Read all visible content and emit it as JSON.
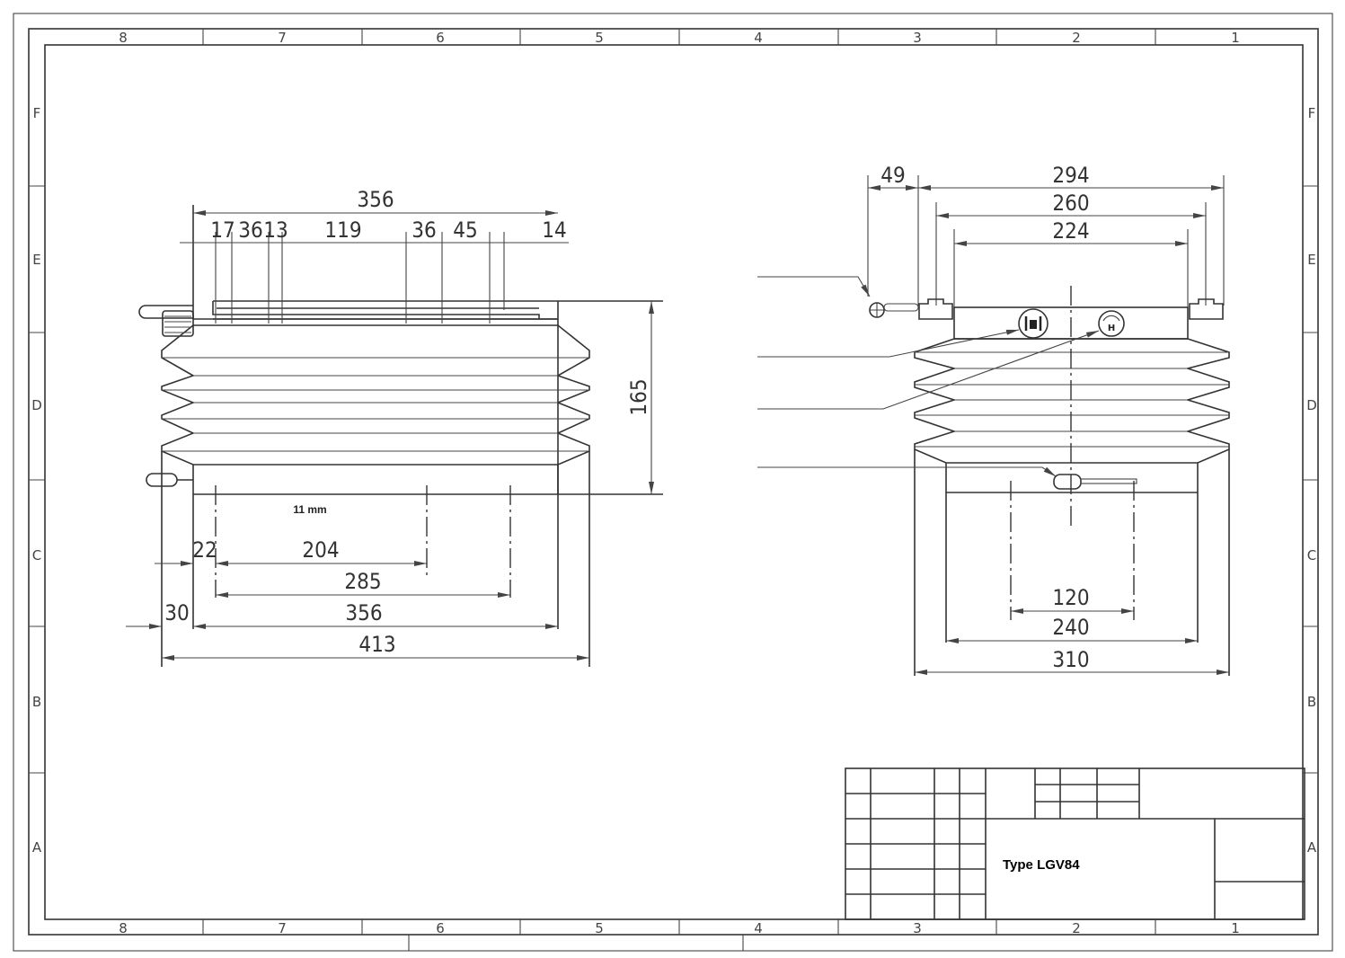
{
  "frame": {
    "columns": [
      "8",
      "7",
      "6",
      "5",
      "4",
      "3",
      "2",
      "1"
    ],
    "rows": [
      "F",
      "E",
      "D",
      "C",
      "B",
      "A"
    ]
  },
  "side_view": {
    "top_overall": "356",
    "top_segments": [
      "17",
      "36",
      "13",
      "119",
      "36",
      "45",
      "14"
    ],
    "height": "165",
    "note": "11 mm",
    "bottom": {
      "d22": "22",
      "d204": "204",
      "d285": "285",
      "d30": "30",
      "d356": "356",
      "d413": "413"
    }
  },
  "front_view": {
    "top": {
      "d49": "49",
      "d294": "294",
      "d260": "260",
      "d224": "224"
    },
    "bottom": {
      "d120": "120",
      "d240": "240",
      "d310": "310"
    }
  },
  "title_block": {
    "type": "Type LGV84"
  }
}
